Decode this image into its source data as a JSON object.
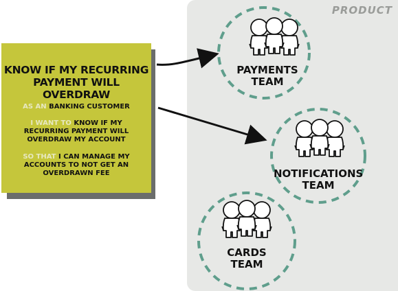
{
  "product_label": "PRODUCT",
  "story": {
    "title_line1": "KNOW IF MY RECURRING",
    "title_line2": "PAYMENT WILL OVERDRAW",
    "as_an_kw": "AS AN",
    "as_an_text": "BANKING CUSTOMER",
    "i_want_kw": "I WANT TO",
    "i_want_text1": "KNOW IF MY",
    "i_want_text2": "RECURRING PAYMENT WILL",
    "i_want_text3": "OVERDRAW MY ACCOUNT",
    "so_that_kw": "SO THAT",
    "so_that_text1": "I CAN MANAGE MY",
    "so_that_text2": "ACCOUNTS TO NOT GET AN",
    "so_that_text3": "OVERDRAWN FEE"
  },
  "teams": [
    {
      "line1": "PAYMENTS",
      "line2": "TEAM"
    },
    {
      "line1": "NOTIFICATIONS",
      "line2": "TEAM"
    },
    {
      "line1": "CARDS",
      "line2": "TEAM"
    }
  ],
  "colors": {
    "card": "#c5c63b",
    "card_shadow": "#6b6d6b",
    "panel": "#e7e8e6",
    "dashed_circle": "#5f9e8c",
    "keyword": "#e7e8c0"
  }
}
